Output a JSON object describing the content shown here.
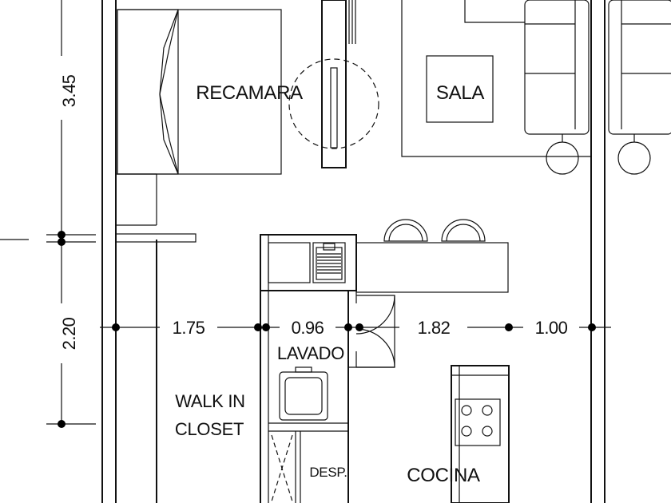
{
  "rooms": {
    "recamara": "RECAMARA",
    "sala": "SALA",
    "lavado": "LAVADO",
    "walk_in_line1": "WALK IN",
    "walk_in_line2": "CLOSET",
    "desp": "DESP.",
    "cocina": "COCINA"
  },
  "dimensions": {
    "vertical_top": "3.45",
    "vertical_bottom": "2.20",
    "h1": "1.75",
    "h2": "0.96",
    "h3": "1.82",
    "h4": "1.00"
  },
  "colors": {
    "line": "#111111",
    "background": "#ffffff"
  }
}
